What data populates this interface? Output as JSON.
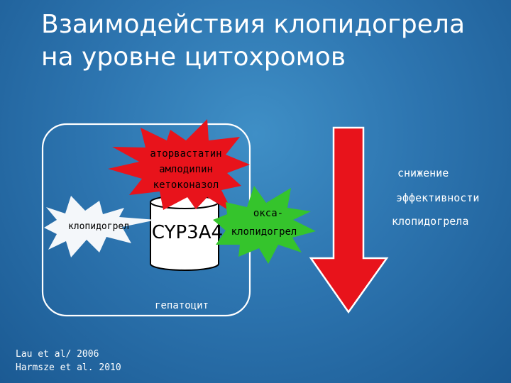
{
  "title": {
    "line1": "Взаимодействия клопидогрела",
    "line2": "на уровне цитохромов"
  },
  "diagram": {
    "inhibitors": [
      "аторвастатин",
      "амлодипин",
      "кетоконазол"
    ],
    "substrate": "клопидогрел",
    "enzyme": "CYP3A4",
    "metabolite_line1": "окса-",
    "metabolite_line2": "клопидогрел",
    "cell_label": "гепатоцит"
  },
  "effect": {
    "line1": "снижение",
    "line2": "эффективности",
    "line3": "клопидогрела"
  },
  "references": [
    "Lau et al/ 2006",
    "Harmsze et al. 2010"
  ],
  "colors": {
    "background": "#2d75b0",
    "starburst_red": "#e8131b",
    "starburst_green": "#35c42c",
    "arrow_red": "#e8131b"
  },
  "icons": {
    "cylinder": "cylinder-shape",
    "arrow": "down-arrow-icon"
  }
}
